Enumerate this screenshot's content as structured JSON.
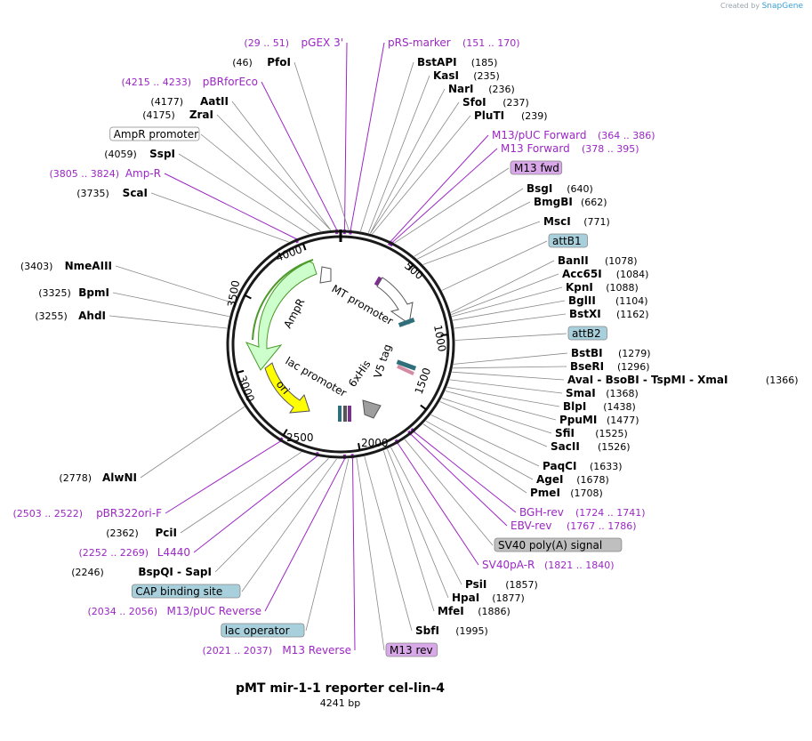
{
  "credit": {
    "prefix": "Created by",
    "brand": "SnapGene"
  },
  "title": "pMT mir-1-1 reporter cel-lin-4",
  "size_label": "4241 bp",
  "colors": {
    "backbone": "#1a1a1a",
    "leader": "#888888",
    "primer": "#9b27c4",
    "ampr": "#ccffcc",
    "ampr_border": "#4c9a2a",
    "ori": "#ffff00",
    "att_fill": "#a8d0dc",
    "primer_box": "#d9a8e8",
    "gray_box": "#bfbfbf"
  },
  "ticks": [
    "500",
    "1000",
    "1500",
    "2000",
    "2500",
    "3000",
    "3500",
    "4000"
  ],
  "feature_labels": {
    "mt_promoter": "MT promoter",
    "ampr": "AmpR",
    "lac_promoter": "lac promoter",
    "ori": "ori",
    "his": "6xHis",
    "v5": "V5 tag"
  },
  "right_labels": [
    {
      "kind": "primer",
      "name": "pRS-marker",
      "pos": "(151 .. 170)"
    },
    {
      "kind": "enzyme",
      "name": "BstAPI",
      "pos": "(185)"
    },
    {
      "kind": "enzyme",
      "name": "KasI",
      "pos": "(235)"
    },
    {
      "kind": "enzyme",
      "name": "NarI",
      "pos": "(236)"
    },
    {
      "kind": "enzyme",
      "name": "SfoI",
      "pos": "(237)"
    },
    {
      "kind": "enzyme",
      "name": "PluTI",
      "pos": "(239)"
    },
    {
      "kind": "primer",
      "name": "M13/pUC Forward",
      "pos": "(364 .. 386)"
    },
    {
      "kind": "primer",
      "name": "M13 Forward",
      "pos": "(378 .. 395)"
    },
    {
      "kind": "boxp",
      "name": "M13 fwd",
      "pos": ""
    },
    {
      "kind": "enzyme",
      "name": "BsgI",
      "pos": "(640)"
    },
    {
      "kind": "enzyme",
      "name": "BmgBI",
      "pos": "(662)"
    },
    {
      "kind": "enzyme",
      "name": "MscI",
      "pos": "(771)"
    },
    {
      "kind": "boxb",
      "name": "attB1",
      "pos": ""
    },
    {
      "kind": "enzyme",
      "name": "BanII",
      "pos": "(1078)"
    },
    {
      "kind": "enzyme",
      "name": "Acc65I",
      "pos": "(1084)"
    },
    {
      "kind": "enzyme",
      "name": "KpnI",
      "pos": "(1088)"
    },
    {
      "kind": "enzyme",
      "name": "BglII",
      "pos": "(1104)"
    },
    {
      "kind": "enzyme",
      "name": "BstXI",
      "pos": "(1162)"
    },
    {
      "kind": "boxb",
      "name": "attB2",
      "pos": ""
    },
    {
      "kind": "enzyme",
      "name": "BstBI",
      "pos": "(1279)"
    },
    {
      "kind": "enzyme",
      "name": "BseRI",
      "pos": "(1296)"
    },
    {
      "kind": "multi",
      "name": "AvaI",
      "name2": "BsoBI",
      "name3": "TspMI",
      "name4": "XmaI",
      "pos": "(1366)"
    },
    {
      "kind": "enzyme",
      "name": "SmaI",
      "pos": "(1368)"
    },
    {
      "kind": "enzyme",
      "name": "BlpI",
      "pos": "(1438)"
    },
    {
      "kind": "enzyme",
      "name": "PpuMI",
      "pos": "(1477)"
    },
    {
      "kind": "enzyme",
      "name": "SfiI",
      "pos": "(1525)"
    },
    {
      "kind": "enzyme",
      "name": "SacII",
      "pos": "(1526)"
    },
    {
      "kind": "enzyme",
      "name": "PaqCI",
      "pos": "(1633)"
    },
    {
      "kind": "enzyme",
      "name": "AgeI",
      "pos": "(1678)"
    },
    {
      "kind": "enzyme",
      "name": "PmeI",
      "pos": "(1708)"
    },
    {
      "kind": "primer",
      "name": "BGH-rev",
      "pos": "(1724 .. 1741)"
    },
    {
      "kind": "primer",
      "name": "EBV-rev",
      "pos": "(1767 .. 1786)"
    },
    {
      "kind": "boxg",
      "name": "SV40 poly(A) signal",
      "pos": ""
    },
    {
      "kind": "primer",
      "name": "SV40pA-R",
      "pos": "(1821 .. 1840)"
    },
    {
      "kind": "enzyme",
      "name": "PsiI",
      "pos": "(1857)"
    },
    {
      "kind": "enzyme",
      "name": "HpaI",
      "pos": "(1877)"
    },
    {
      "kind": "enzyme",
      "name": "MfeI",
      "pos": "(1886)"
    },
    {
      "kind": "enzyme",
      "name": "SbfI",
      "pos": "(1995)"
    },
    {
      "kind": "boxp",
      "name": "M13 rev",
      "pos": ""
    }
  ],
  "left_labels": [
    {
      "kind": "primer",
      "name": "pGEX 3'",
      "pos": "(29 .. 51)"
    },
    {
      "kind": "enzyme",
      "name": "PfoI",
      "pos": "(46)"
    },
    {
      "kind": "primer",
      "name": "pBRforEco",
      "pos": "(4215 .. 4233)"
    },
    {
      "kind": "enzyme",
      "name": "AatII",
      "pos": "(4177)"
    },
    {
      "kind": "enzyme",
      "name": "ZraI",
      "pos": "(4175)"
    },
    {
      "kind": "boxw",
      "name": "AmpR promoter",
      "pos": ""
    },
    {
      "kind": "enzyme",
      "name": "SspI",
      "pos": "(4059)"
    },
    {
      "kind": "primer",
      "name": "Amp-R",
      "pos": "(3805 .. 3824)"
    },
    {
      "kind": "enzyme",
      "name": "ScaI",
      "pos": "(3735)"
    },
    {
      "kind": "enzyme",
      "name": "NmeAIII",
      "pos": "(3403)"
    },
    {
      "kind": "enzyme",
      "name": "BpmI",
      "pos": "(3325)"
    },
    {
      "kind": "enzyme",
      "name": "AhdI",
      "pos": "(3255)"
    },
    {
      "kind": "enzyme",
      "name": "AlwNI",
      "pos": "(2778)"
    },
    {
      "kind": "primer",
      "name": "pBR322ori-F",
      "pos": "(2503 .. 2522)"
    },
    {
      "kind": "enzyme",
      "name": "PciI",
      "pos": "(2362)"
    },
    {
      "kind": "primer",
      "name": "L4440",
      "pos": "(2252 .. 2269)"
    },
    {
      "kind": "multi2",
      "name": "BspQI",
      "name2": "SapI",
      "pos": "(2246)"
    },
    {
      "kind": "boxb",
      "name": "CAP binding site",
      "pos": ""
    },
    {
      "kind": "primer",
      "name": "M13/pUC Reverse",
      "pos": "(2034 .. 2056)"
    },
    {
      "kind": "boxb",
      "name": "lac operator",
      "pos": ""
    },
    {
      "kind": "primer",
      "name": "M13 Reverse",
      "pos": "(2021 .. 2037)"
    }
  ]
}
